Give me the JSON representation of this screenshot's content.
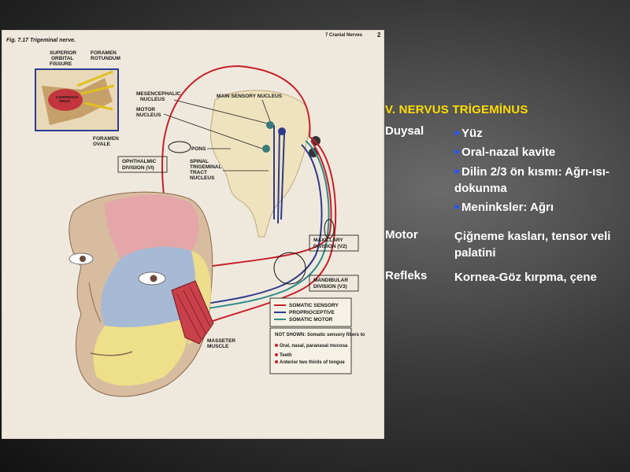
{
  "slide": {
    "title": "V. NERVUS TRİGEMİNUS",
    "rows": {
      "duysal": {
        "label": "Duysal",
        "items": [
          "Yüz",
          "Oral-nazal kavite",
          "Dilin 2/3 ön kısmı: Ağrı-ısı-dokunma",
          "Meninksler: Ağrı"
        ]
      },
      "motor": {
        "label": "Motor",
        "text": "Çiğneme kasları, tensor veli palatini"
      },
      "refleks": {
        "label": "Refleks",
        "text": "Kornea-Göz kırpma, çene"
      }
    }
  },
  "figure": {
    "caption": "Fig. 7.17  Trigeminal nerve.",
    "header_right": "7  Cranial Nerves",
    "page_number": "2",
    "labels": {
      "sup_orbital": [
        "SUPERIOR",
        "ORBITAL",
        "FISSURE"
      ],
      "foramen_rotundum": [
        "FORAMEN",
        "ROTUNDUM"
      ],
      "sinus": [
        "CAVERNOUS",
        "SINUS"
      ],
      "mesencephalic": [
        "MESENCEPHALIC",
        "NUCLEUS"
      ],
      "main_sensory": "MAIN SENSORY NUCLEUS",
      "motor_nucleus": [
        "MOTOR",
        "NUCLEUS"
      ],
      "foramen_ovale": [
        "FORAMEN",
        "OVALE"
      ],
      "pons": "PONS",
      "ophthalmic": [
        "OPHTHALMIC",
        "DIVISION (VI)"
      ],
      "spinal": [
        "SPINAL",
        "TRIGEMINAL",
        "TRACT",
        "NUCLEUS"
      ],
      "maxillary": [
        "MAXILLARY",
        "DIVISION (V2)"
      ],
      "mandibular": [
        "MANDIBULAR",
        "DIVISION (V3)"
      ],
      "masseter": [
        "MASSETER",
        "MUSCLE"
      ]
    },
    "legend": {
      "somatic_sensory": "SOMATIC SENSORY",
      "proprioceptive": "PROPRIOCEPTIVE",
      "somatic_motor": "SOMATIC MOTOR",
      "colors": {
        "somatic_sensory": "#c8202a",
        "proprioceptive": "#2f3a8a",
        "somatic_motor": "#2f8a8a"
      }
    },
    "not_shown": {
      "title": "NOT SHOWN: Somatic sensory fibers to",
      "items": [
        "Oral, nasal, paranasal mucosa",
        "Teeth",
        "Anterior two thirds of tongue"
      ]
    }
  }
}
